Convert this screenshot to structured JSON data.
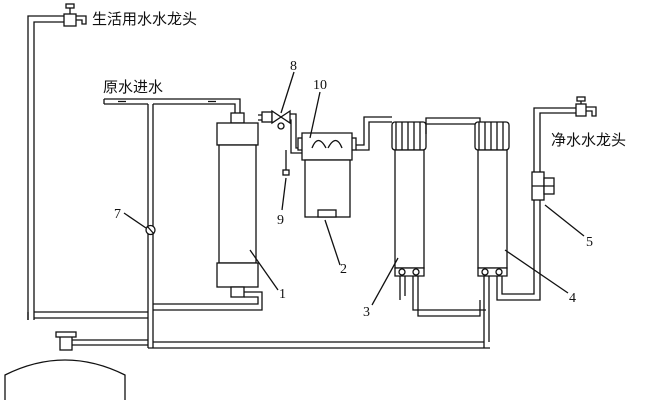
{
  "labels": {
    "domestic_faucet": "生活用水水龙头",
    "raw_water_inlet": "原水进水",
    "purified_faucet": "净水水龙头"
  },
  "part_numbers": {
    "p1": "1",
    "p2": "2",
    "p3": "3",
    "p4": "4",
    "p5": "5",
    "p7": "7",
    "p8": "8",
    "p9": "9",
    "p10": "10"
  }
}
